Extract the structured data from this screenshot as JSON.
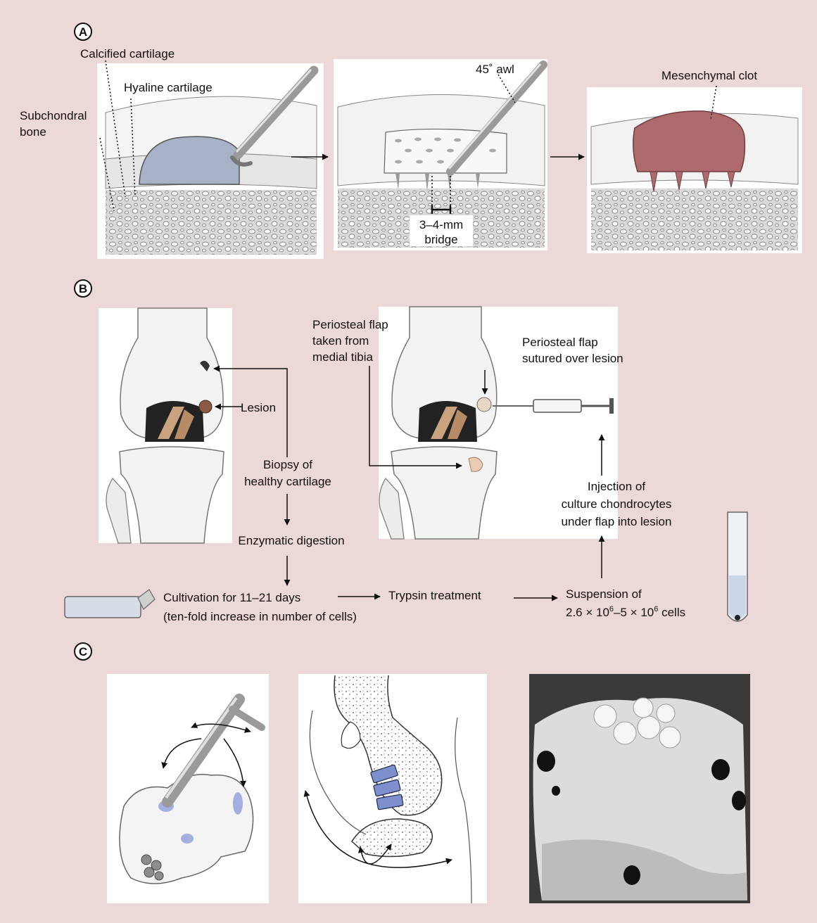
{
  "colors": {
    "background": "#ecd8d6",
    "panel": "#ffffff",
    "cartilage_defect": "#a7b2c6",
    "clot": "#ad6b6d",
    "tissue_blue": "#a3afe0",
    "line": "#111111"
  },
  "panel_a": {
    "label": "A",
    "calcified_cartilage": "Calcified cartilage",
    "hyaline_cartilage": "Hyaline cartilage",
    "subchondral_line1": "Subchondral",
    "subchondral_line2": "bone",
    "awl": "45˚ awl",
    "bridge_line1": "3–4-mm",
    "bridge_line2": "bridge",
    "mesenchymal_clot": "Mesenchymal clot"
  },
  "panel_b": {
    "label": "B",
    "lesion": "Lesion",
    "biopsy_line1": "Biopsy of",
    "biopsy_line2": "healthy cartilage",
    "enzymatic": "Enzymatic digestion",
    "periosteal_taken_line1": "Periosteal flap",
    "periosteal_taken_line2": "taken from",
    "periosteal_taken_line3": "medial tibia",
    "periosteal_sutured_line1": "Periosteal flap",
    "periosteal_sutured_line2": "sutured over lesion",
    "injection_line1": "Injection of",
    "injection_line2": "culture chondrocytes",
    "injection_line3": "under flap into lesion",
    "cultivation_line1": "Cultivation for 11–21 days",
    "cultivation_line2": "(ten-fold increase in number of cells)",
    "trypsin": "Trypsin treatment",
    "suspension_line1": "Suspension of",
    "suspension_line2_a": "2.6 × 10",
    "suspension_exp1": "6",
    "suspension_line2_b": "–5 × 10",
    "suspension_exp2": "6",
    "suspension_line2_c": " cells"
  },
  "panel_c": {
    "label": "C"
  }
}
